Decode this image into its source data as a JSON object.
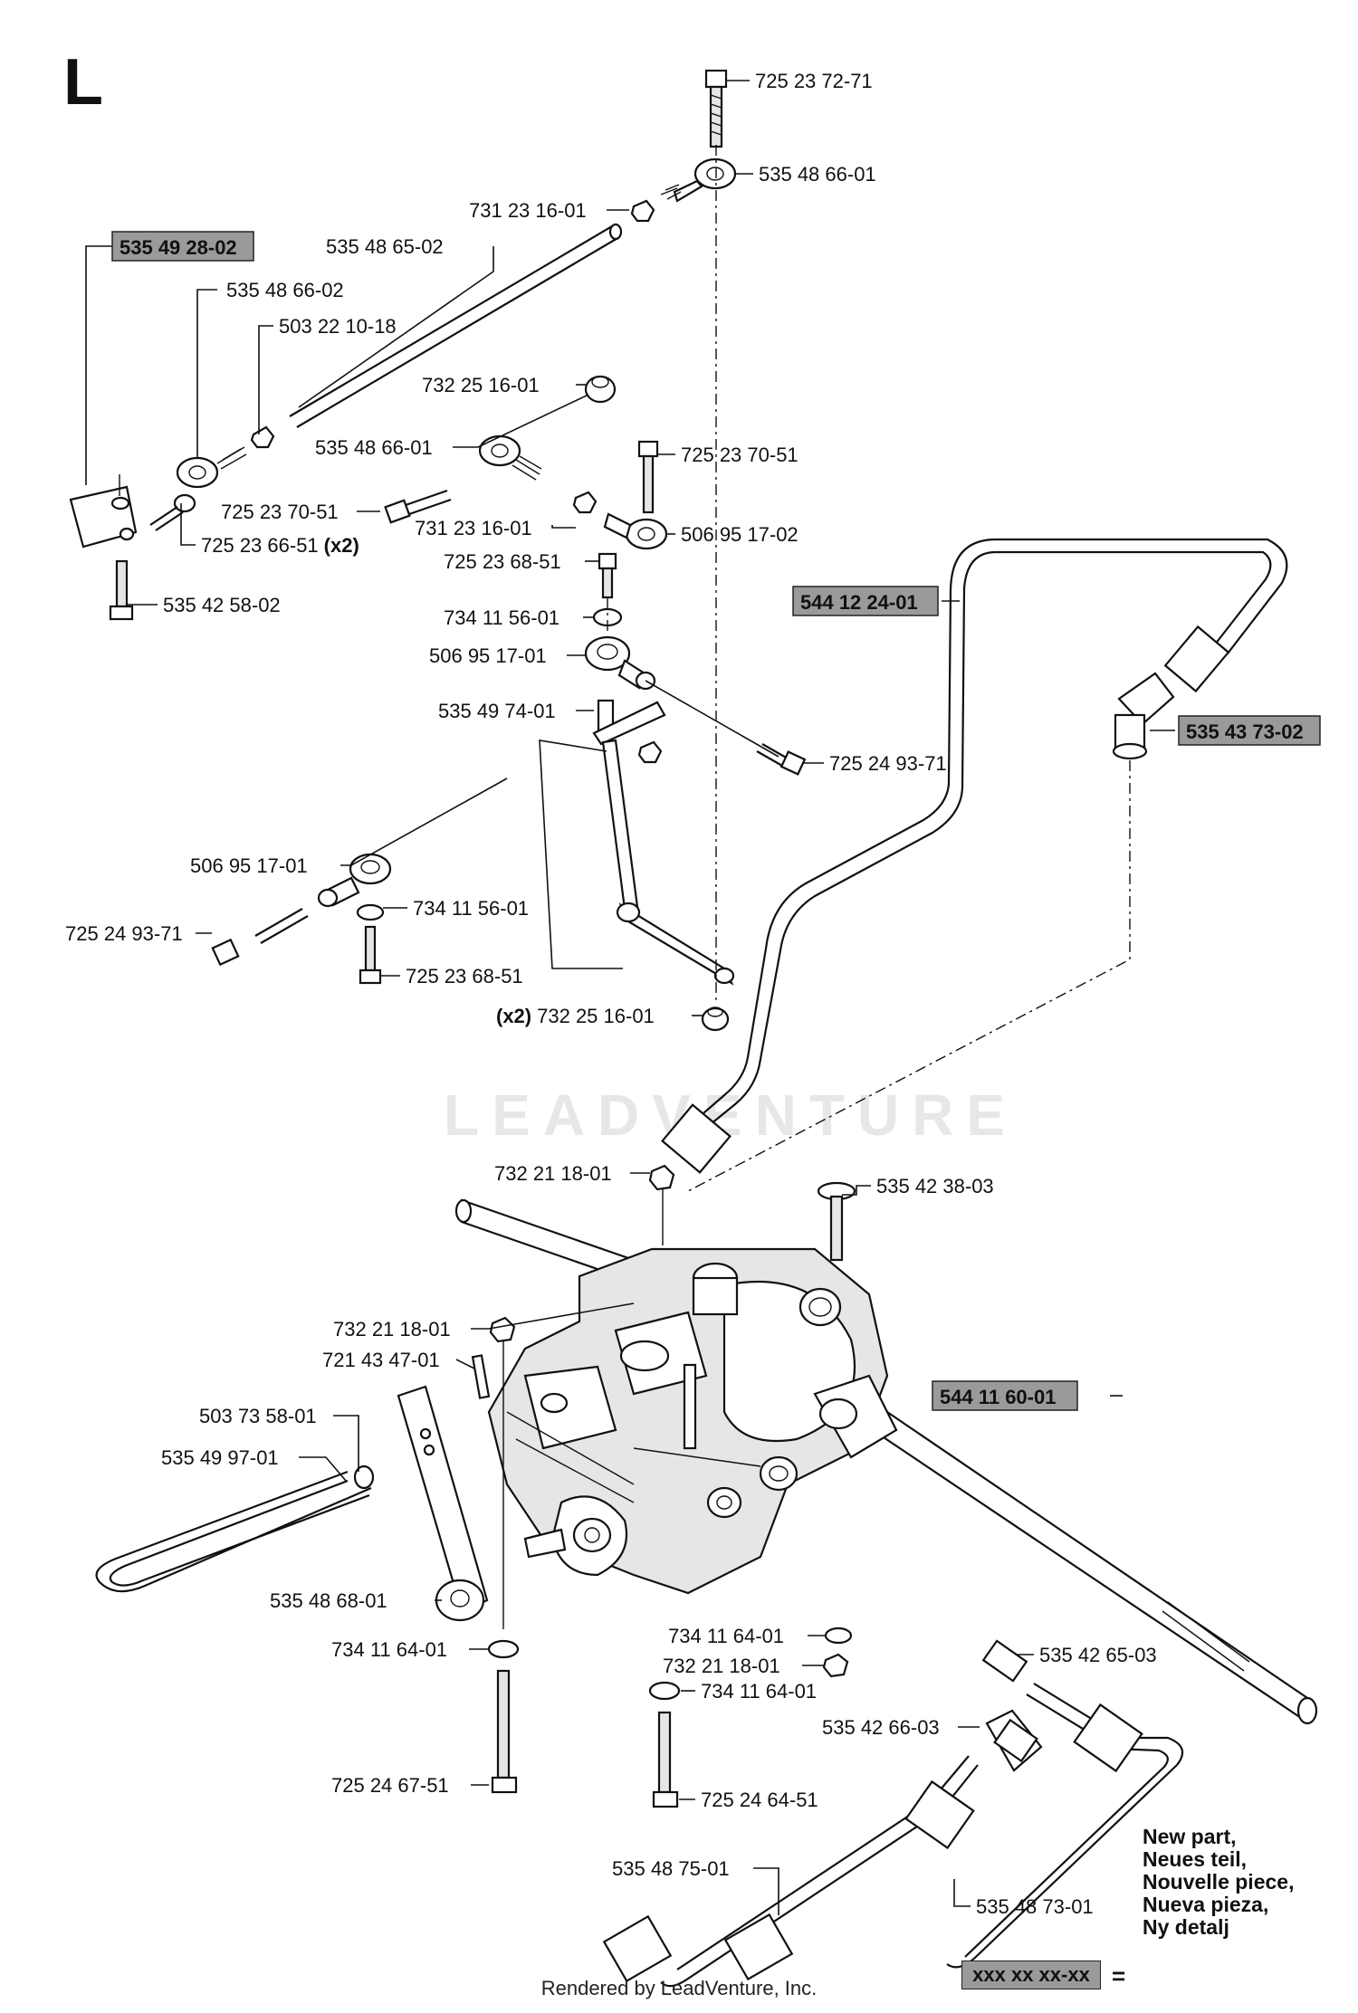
{
  "section_letter": "L",
  "watermark": "LEADVENTURE",
  "footer": "Rendered by LeadVenture, Inc.",
  "legend": {
    "lines": [
      "New part,",
      "Neues teil,",
      "Nouvelle piece,",
      "Nueva pieza,",
      "Ny detalj"
    ],
    "sample": "xxx xx xx-xx",
    "equals": "="
  },
  "colors": {
    "new_part_fill": "#9a9a9a",
    "ink": "#111111"
  },
  "highlighted_parts": [
    {
      "id": "hl1",
      "text": "535 49 28-02"
    },
    {
      "id": "hl2",
      "text": "544 12 24-01"
    },
    {
      "id": "hl3",
      "text": "535 43 73-02"
    },
    {
      "id": "hl4",
      "text": "544 11 60-01"
    }
  ],
  "callouts": [
    {
      "id": "c01",
      "text": "725 23 72-71"
    },
    {
      "id": "c02",
      "text": "535 48 66-01"
    },
    {
      "id": "c03",
      "text": "731 23 16-01"
    },
    {
      "id": "c04",
      "text": "535 48 65-02"
    },
    {
      "id": "c05",
      "text": "535 48 66-02"
    },
    {
      "id": "c06",
      "text": "503 22 10-18"
    },
    {
      "id": "c07",
      "text": "732 25 16-01"
    },
    {
      "id": "c08",
      "text": "535 48 66-01"
    },
    {
      "id": "c09",
      "text": "725 23 70-51"
    },
    {
      "id": "c10",
      "text": "725 23 70-51"
    },
    {
      "id": "c11",
      "text": "725 23 66-51"
    },
    {
      "id": "c12",
      "text": "731 23 16-01"
    },
    {
      "id": "c13",
      "text": "506 95 17-02"
    },
    {
      "id": "c14",
      "text": "725 23 68-51"
    },
    {
      "id": "c15",
      "text": "535 42 58-02"
    },
    {
      "id": "c16",
      "text": "734 11 56-01"
    },
    {
      "id": "c17",
      "text": "506 95 17-01"
    },
    {
      "id": "c18",
      "text": "535 49 74-01"
    },
    {
      "id": "c19",
      "text": "725 24 93-71"
    },
    {
      "id": "c20",
      "text": "506 95 17-01"
    },
    {
      "id": "c21",
      "text": "734 11 56-01"
    },
    {
      "id": "c22",
      "text": "725 24 93-71"
    },
    {
      "id": "c23",
      "text": "725 23 68-51"
    },
    {
      "id": "c24",
      "text": "732 25 16-01"
    },
    {
      "id": "c25",
      "text": "732 21 18-01"
    },
    {
      "id": "c26",
      "text": "535 42 38-03"
    },
    {
      "id": "c27",
      "text": "732 21 18-01"
    },
    {
      "id": "c28",
      "text": "721 43 47-01"
    },
    {
      "id": "c29",
      "text": "503 73 58-01"
    },
    {
      "id": "c30",
      "text": "535 49 97-01"
    },
    {
      "id": "c31",
      "text": "535 48 68-01"
    },
    {
      "id": "c32",
      "text": "734 11 64-01"
    },
    {
      "id": "c33",
      "text": "734 11 64-01"
    },
    {
      "id": "c34",
      "text": "732 21 18-01"
    },
    {
      "id": "c35",
      "text": "535 42 65-03"
    },
    {
      "id": "c36",
      "text": "734 11 64-01"
    },
    {
      "id": "c37",
      "text": "535 42 66-03"
    },
    {
      "id": "c38",
      "text": "725 24 67-51"
    },
    {
      "id": "c39",
      "text": "725 24 64-51"
    },
    {
      "id": "c40",
      "text": "535 48 75-01"
    },
    {
      "id": "c41",
      "text": "535 48 73-01"
    }
  ],
  "qty_marks": {
    "x2": "(x2)"
  }
}
